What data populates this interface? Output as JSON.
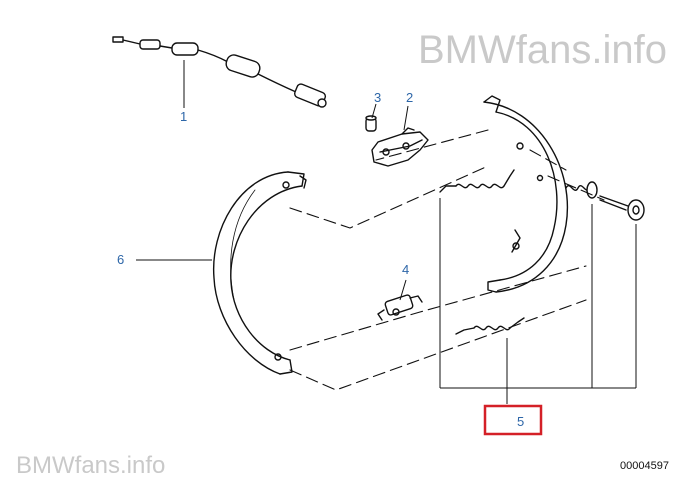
{
  "watermark": {
    "top": "BMWfans.info",
    "bottom": "BMWfans.info"
  },
  "document_number": "00004597",
  "callouts": [
    "1",
    "2",
    "3",
    "4",
    "5",
    "6"
  ],
  "highlight_color": "#d42027",
  "callout_color": "#2d66a8",
  "parts": [
    {
      "callout": "1",
      "icon": "handbrake-cable-icon"
    },
    {
      "callout": "2",
      "icon": "expander-lever-icon"
    },
    {
      "callout": "3",
      "icon": "sleeve-icon"
    },
    {
      "callout": "4",
      "icon": "adjuster-icon"
    },
    {
      "callout": "5",
      "icon": "spring-and-pin-set-icon"
    },
    {
      "callout": "6",
      "icon": "brake-shoe-icon"
    }
  ]
}
